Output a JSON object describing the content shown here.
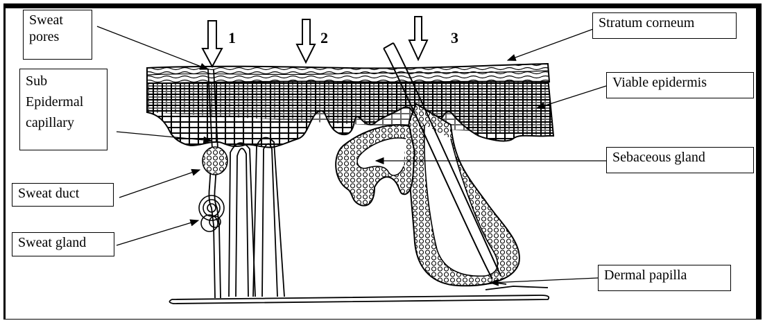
{
  "labels": {
    "sweat_pores": "Sweat\npores",
    "sub_epidermal_capillary": "Sub\nEpidermal\ncapillary",
    "sweat_duct": "Sweat duct",
    "sweat_gland": "Sweat gland",
    "stratum_corneum": "Stratum corneum",
    "viable_epidermis": "Viable epidermis",
    "sebaceous_gland": "Sebaceous gland",
    "dermal_papilla": "Dermal papilla"
  },
  "route_numbers": [
    "1",
    "2",
    "3"
  ]
}
